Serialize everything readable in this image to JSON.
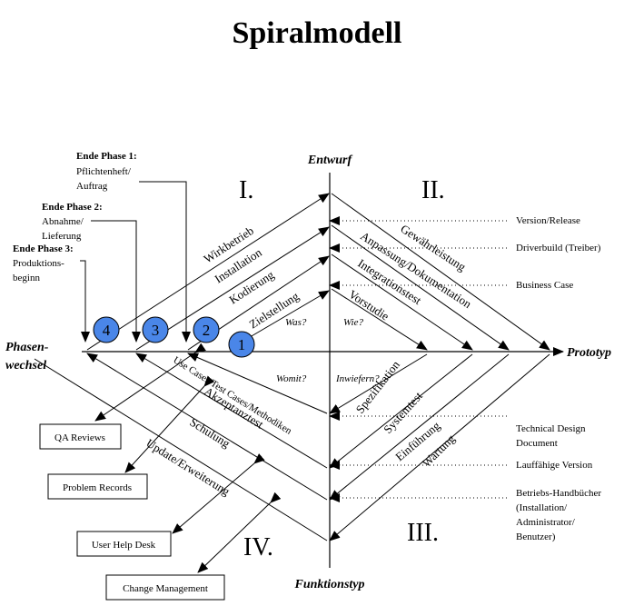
{
  "title": "Spiralmodell",
  "axes": {
    "top": "Entwurf",
    "right": "Prototyp",
    "bottom": "Funktionstyp",
    "left_line1": "Phasen-",
    "left_line2": "wechsel"
  },
  "quadrants": [
    "I.",
    "II.",
    "III.",
    "IV."
  ],
  "phases": [
    {
      "title": "Ende Phase 1:",
      "lines": [
        "Pflichtenheft/",
        "Auftrag"
      ]
    },
    {
      "title": "Ende Phase 2:",
      "lines": [
        "Abnahme/",
        "Lieferung"
      ]
    },
    {
      "title": "Ende Phase 3:",
      "lines": [
        "Produktions-",
        "beginn"
      ]
    }
  ],
  "circles": [
    "1",
    "2",
    "3",
    "4"
  ],
  "q1_labels": [
    "Zielstellung",
    "Kodierung",
    "Installation",
    "Wirkbetrieb"
  ],
  "q2_labels": [
    "Vorstudie",
    "Integrationstest",
    "Anpassung/Dokumentation",
    "Gewährleistung"
  ],
  "q3_labels": [
    "Spezifikation",
    "Systemtest",
    "Einführung",
    "Wartung"
  ],
  "q4_labels": [
    "Use Cases/Test Cases/Methodiken",
    "Akzeptanztest",
    "Schulung",
    "Update/Erweiterung"
  ],
  "questions": [
    "Was?",
    "Wie?",
    "Womit?",
    "Inwiefern?"
  ],
  "right_top_items": [
    "Version/Release",
    "Driverbuild  (Treiber)",
    "Business Case"
  ],
  "right_bottom_items": [
    {
      "lines": [
        "Technical Design",
        "Document"
      ]
    },
    {
      "lines": [
        "Lauffähige Version"
      ]
    },
    {
      "lines": [
        "Betriebs-Handbücher",
        "(Installation/",
        "Administrator/",
        "Benutzer)"
      ]
    }
  ],
  "boxes": [
    "QA Reviews",
    "Problem Records",
    "User Help Desk",
    "Change Management"
  ],
  "colors": {
    "circle_fill": "#4a86e8",
    "ink": "#000000"
  }
}
